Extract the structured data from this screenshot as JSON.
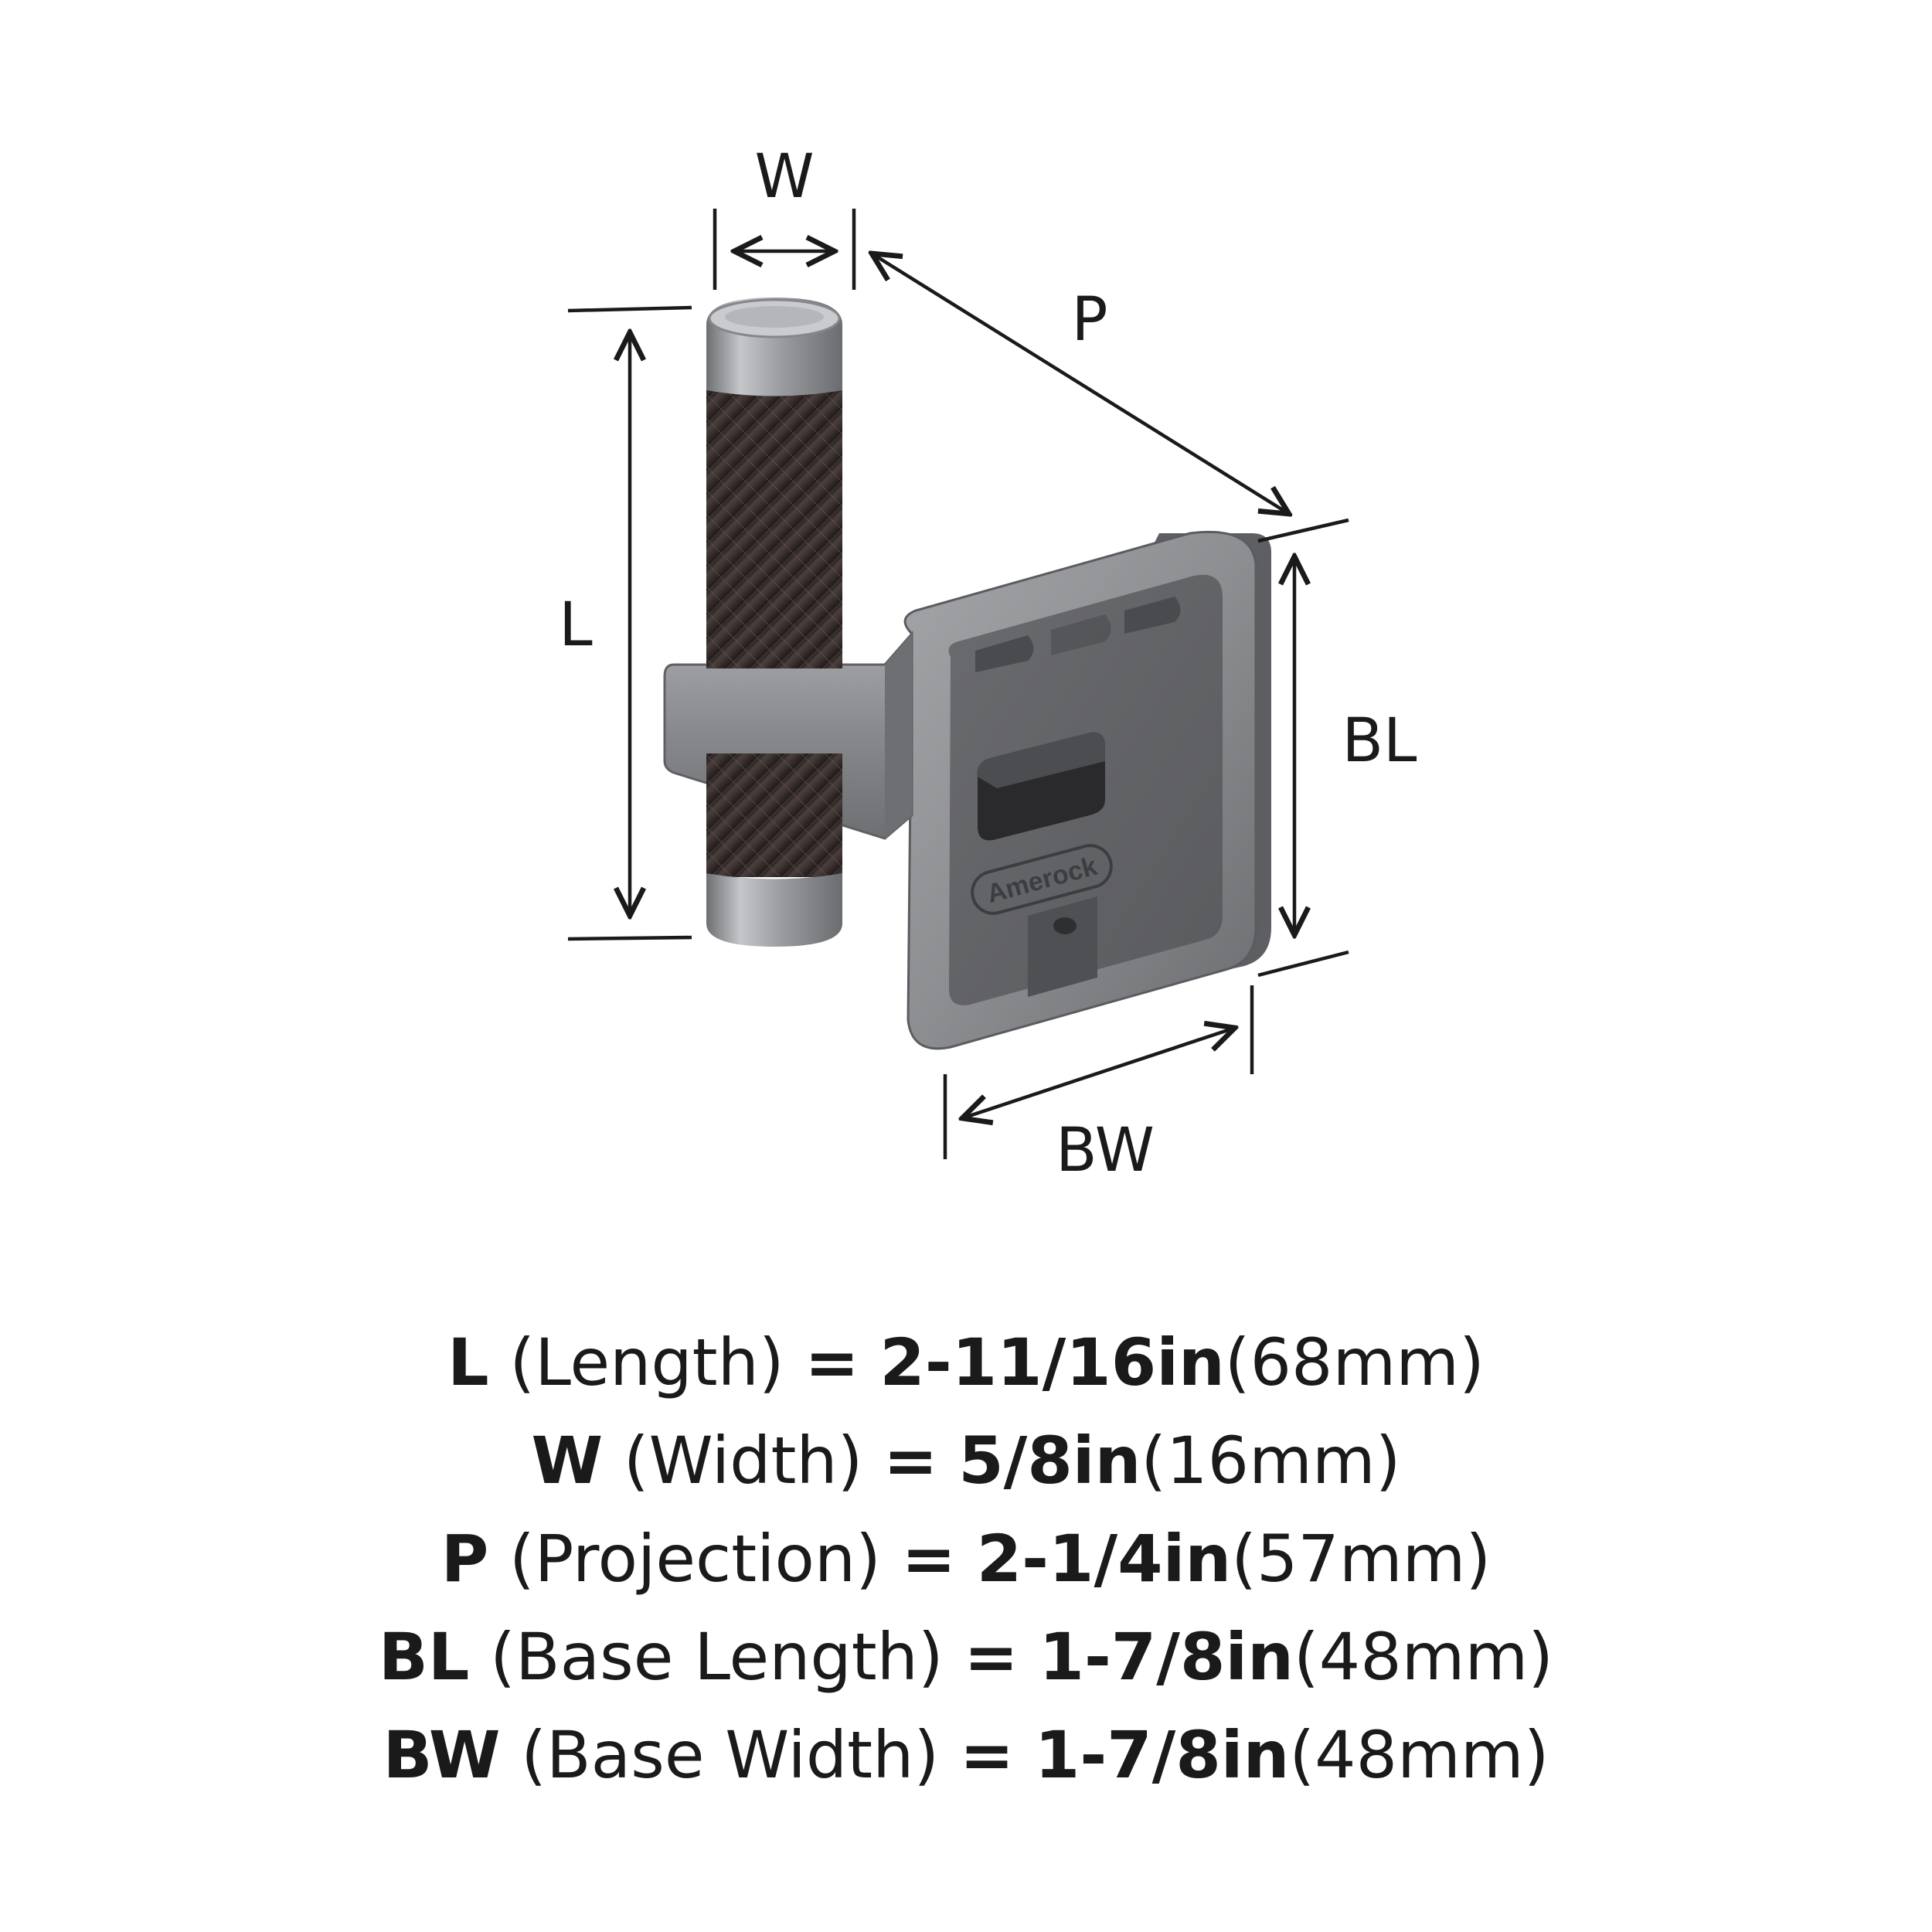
{
  "diagram": {
    "labels": {
      "w": "W",
      "p": "P",
      "l": "L",
      "bl": "BL",
      "bw": "BW"
    },
    "brand_logo_text": "Amerock",
    "colors": {
      "satin_nickel": "#9a9ca0",
      "knurled_bronze": "#3a302e",
      "base_gray": "#6c6d70",
      "line_black": "#1a1a1a"
    }
  },
  "specs": [
    {
      "abbr": "L",
      "name": "(Length)",
      "eq": "=",
      "imperial": "2-11/16in",
      "metric": "(68mm)"
    },
    {
      "abbr": "W",
      "name": "(Width)",
      "eq": "=",
      "imperial": "5/8in",
      "metric": "(16mm)"
    },
    {
      "abbr": "P",
      "name": "(Projection)",
      "eq": "=",
      "imperial": "2-1/4in",
      "metric": "(57mm)"
    },
    {
      "abbr": "BL",
      "name": "(Base Length)",
      "eq": "=",
      "imperial": "1-7/8in",
      "metric": "(48mm)"
    },
    {
      "abbr": "BW",
      "name": "(Base Width)",
      "eq": "=",
      "imperial": "1-7/8in",
      "metric": "(48mm)"
    }
  ]
}
